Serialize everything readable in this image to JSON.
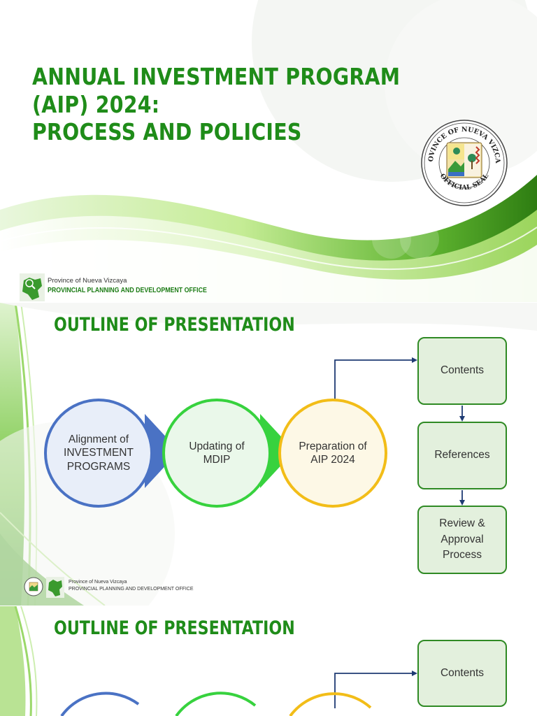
{
  "title_slide": {
    "title_line1": "ANNUAL INVESTMENT PROGRAM (AIP) 2024:",
    "title_line2": "PROCESS AND POLICIES",
    "seal_top_text": "PROVINCE OF NUEVA VIZCAYA",
    "seal_bottom_text": "OFFICIAL SEAL",
    "footer_province": "Province of Nueva Vizcaya",
    "footer_office": "PROVINCIAL PLANNING AND DEVELOPMENT OFFICE",
    "colors": {
      "title": "#1f8c19",
      "wave_dark": "#2f8f1a",
      "wave_light": "#a6e06a"
    }
  },
  "outline_slide": {
    "title": "OUTLINE OF PRESENTATION",
    "circles": [
      {
        "label": "Alignment of\nINVESTMENT\nPROGRAMS",
        "color": "#4a72c4"
      },
      {
        "label": "Updating of\nMDIP",
        "color": "#37d23e"
      },
      {
        "label": "Preparation of\nAIP 2024",
        "color": "#f2bd18"
      }
    ],
    "boxes": [
      {
        "label": "Contents"
      },
      {
        "label": "References"
      },
      {
        "label": "Review &\nApproval\nProcess"
      }
    ],
    "footer_province": "Province of Nueva Vizcaya",
    "footer_office": "PROVINCIAL PLANNING AND DEVELOPMENT OFFICE",
    "box_color": "#2f8a24",
    "connector_color": "#1f3b73"
  },
  "outline_slide_repeat": {
    "title": "OUTLINE OF PRESENTATION",
    "boxes": [
      {
        "label": "Contents"
      }
    ]
  }
}
